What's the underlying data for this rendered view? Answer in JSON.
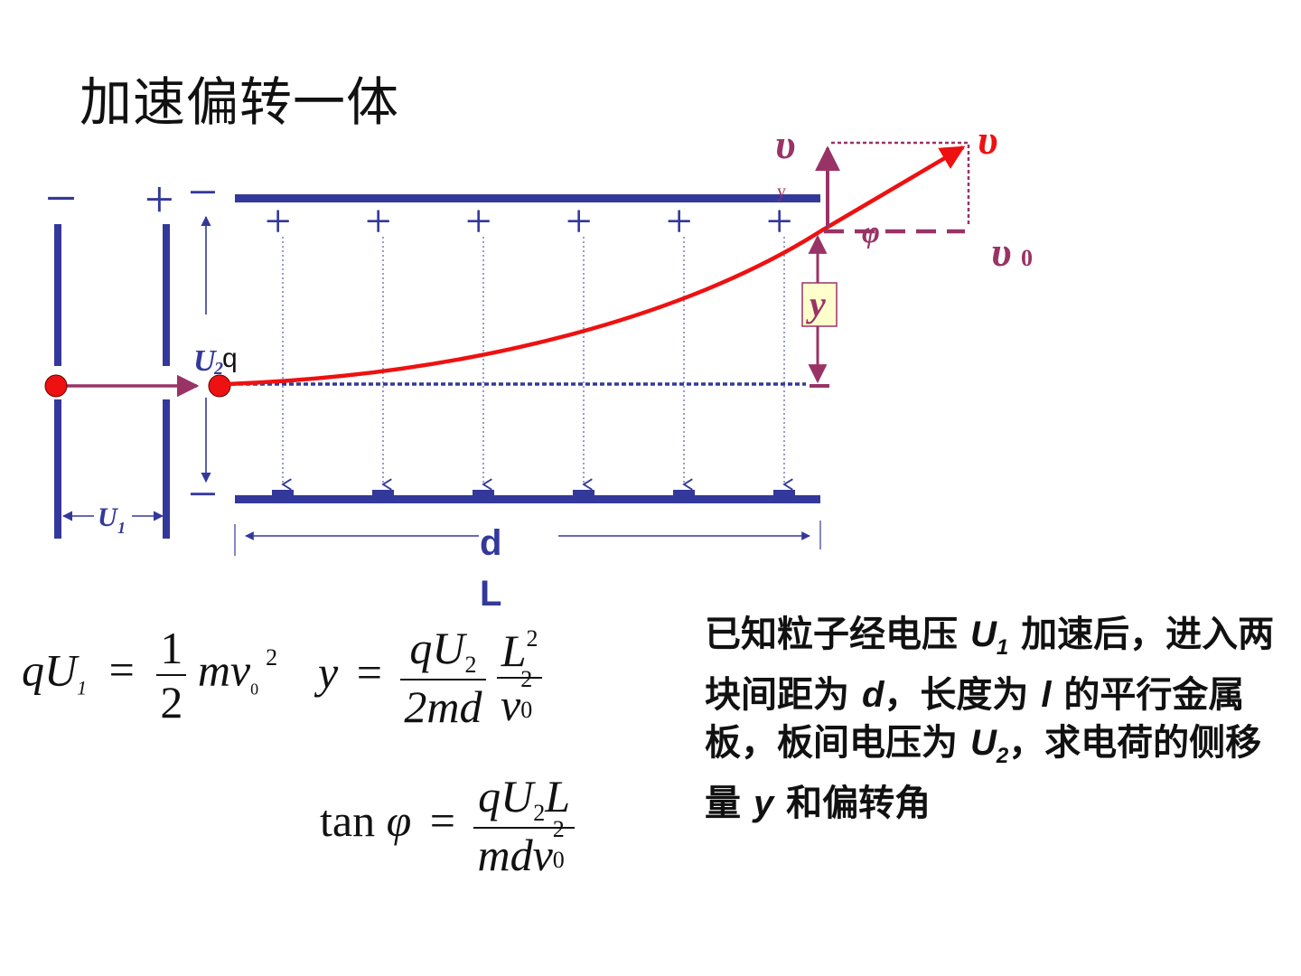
{
  "title": "加速偏转一体",
  "diagram": {
    "minus_left": "−",
    "plus_left": "+",
    "minus_top": "−",
    "minus_bottom": "−",
    "plus_plate": [
      "+",
      "+",
      "+",
      "+",
      "+",
      "+"
    ],
    "label_U2": "U",
    "label_U2_sub": "2",
    "label_q": "q",
    "label_U1": "U",
    "label_U1_sub": "1",
    "label_d": "d",
    "label_L": "L",
    "label_y": "y",
    "label_vy": "υ",
    "label_vy_sub": "y",
    "label_v": "υ",
    "label_v0": "υ",
    "label_v0_sub": "0",
    "label_phi": "φ"
  },
  "formulas": {
    "f1": {
      "lhs_q": "q",
      "lhs_U": "U",
      "lhs_sub": "1",
      "eq": "=",
      "num": "1",
      "den": "2",
      "mv": "mv",
      "v_sub": "0",
      "sup": "2"
    },
    "f2": {
      "y": "y",
      "eq": "=",
      "num_q": "qU",
      "num_sub": "2",
      "den": "2md",
      "L": "L",
      "L_sup": "2",
      "v": "v",
      "v_sup": "2",
      "v_sub": "0"
    },
    "f3": {
      "tan": "tan",
      "phi": "φ",
      "eq": "=",
      "num": "qU",
      "num_sub": "2",
      "num_L": "L",
      "den": "mdv",
      "den_sup": "2",
      "den_sub": "0"
    }
  },
  "description": {
    "p1": "已知粒子经电压 ",
    "U1": "U",
    "U1_sub": "1",
    "p2": " 加速后，进入两块间距为 ",
    "d": "d",
    "p3": "，长度为 ",
    "l": "l",
    "p4": " 的平行金属板，板间电压为 ",
    "U2": "U",
    "U2_sub": "2",
    "p5": "，求电荷的侧移量 ",
    "y": "y",
    "p6": " 和偏转角"
  },
  "colors": {
    "plate": "#33399a",
    "trajectory": "#ee1111",
    "vector": "#993366",
    "dot": "#ee1111"
  }
}
